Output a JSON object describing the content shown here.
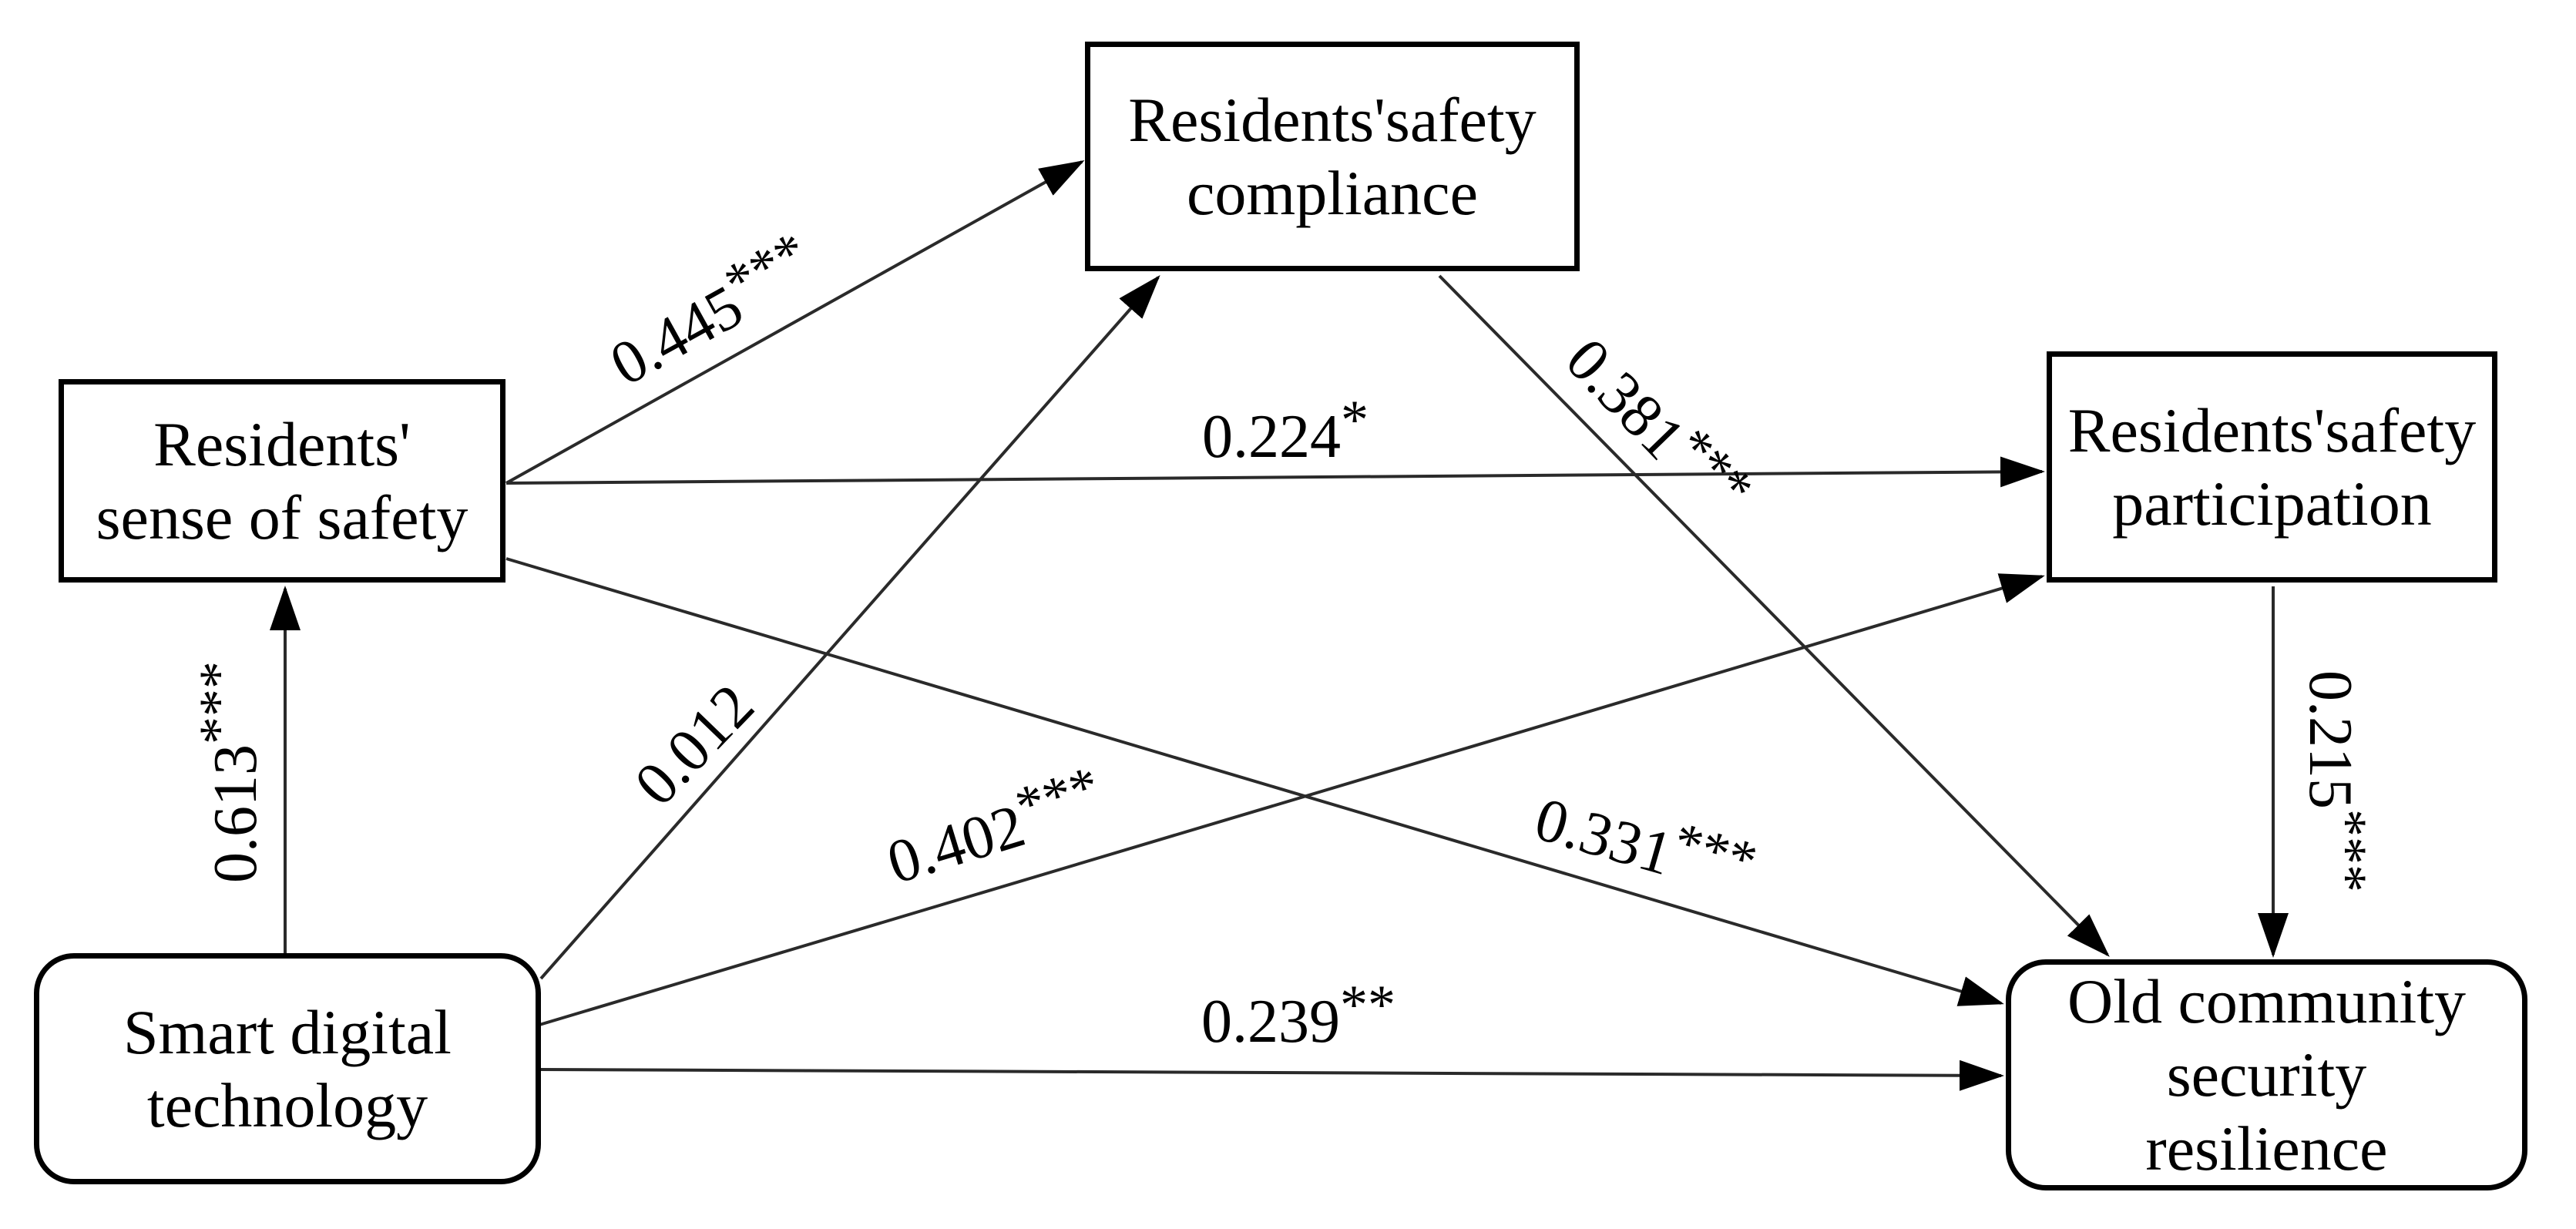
{
  "diagram": {
    "type": "path-model",
    "background": "#ffffff",
    "box_border_color": "#000000",
    "line_color": "#2a2a2a",
    "text_color": "#000000",
    "nodes": {
      "smart": {
        "label": "Smart digital\ntechnology",
        "shape": "rounded-rectangle"
      },
      "sense": {
        "label": "Residents'\nsense of safety",
        "shape": "rectangle"
      },
      "compliance": {
        "label": "Residents'safety\ncompliance",
        "shape": "rectangle"
      },
      "participation": {
        "label": "Residents'safety\nparticipation",
        "shape": "rectangle"
      },
      "resilience": {
        "label": "Old community\nsecurity\nresilience",
        "shape": "rounded-rectangle"
      }
    },
    "paths": [
      {
        "from": "sense",
        "to": "compliance",
        "coef": "0.445",
        "stars": "***"
      },
      {
        "from": "sense",
        "to": "participation",
        "coef": "0.224",
        "stars": "*"
      },
      {
        "from": "sense",
        "to": "resilience",
        "coef": "0.331",
        "stars": "***"
      },
      {
        "from": "smart",
        "to": "sense",
        "coef": "0.613",
        "stars": "***"
      },
      {
        "from": "smart",
        "to": "compliance",
        "coef": "0.012",
        "stars": ""
      },
      {
        "from": "smart",
        "to": "participation",
        "coef": "0.402",
        "stars": "***"
      },
      {
        "from": "smart",
        "to": "resilience",
        "coef": "0.239",
        "stars": "**"
      },
      {
        "from": "compliance",
        "to": "resilience",
        "coef": "0.381",
        "stars": "***"
      },
      {
        "from": "participation",
        "to": "resilience",
        "coef": "0.215",
        "stars": "***"
      }
    ]
  }
}
